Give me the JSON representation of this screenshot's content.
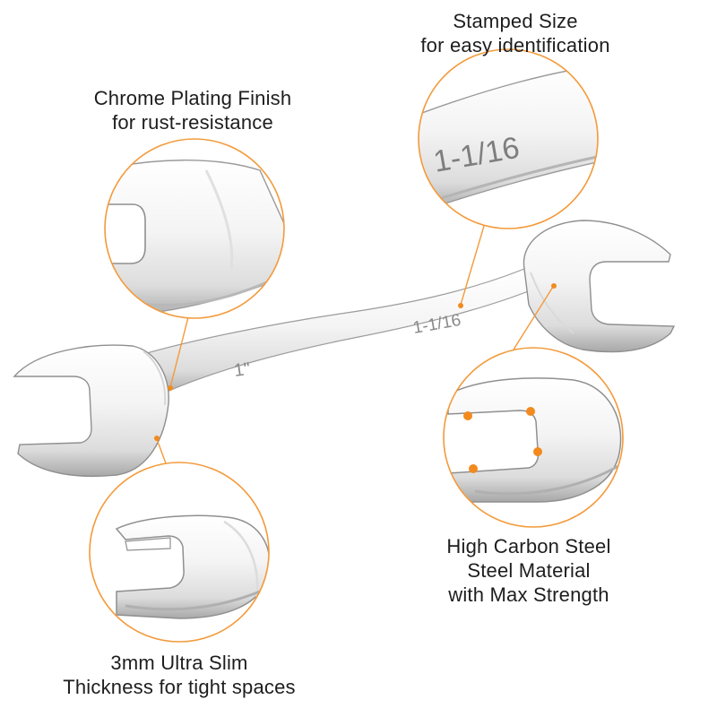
{
  "features": {
    "chrome": {
      "line1": "Chrome Plating Finish",
      "line2": "for rust-resistance"
    },
    "stamped": {
      "line1": "Stamped Size",
      "line2": "for easy identification"
    },
    "carbon": {
      "line1": "High Carbon Steel",
      "line2": "Steel Material",
      "line3": "with Max Strength"
    },
    "slim": {
      "line1": "3mm Ultra Slim",
      "line2": "Thickness for tight spaces"
    }
  },
  "wrench": {
    "size_small": "1\"",
    "size_large": "1-1/16"
  },
  "colors": {
    "accent": "#f39a3a",
    "accent_dot": "#f28a1e",
    "chrome_light": "#fbfbfb",
    "chrome_dark": "#a9a9a9",
    "text": "#1e1e1e"
  }
}
